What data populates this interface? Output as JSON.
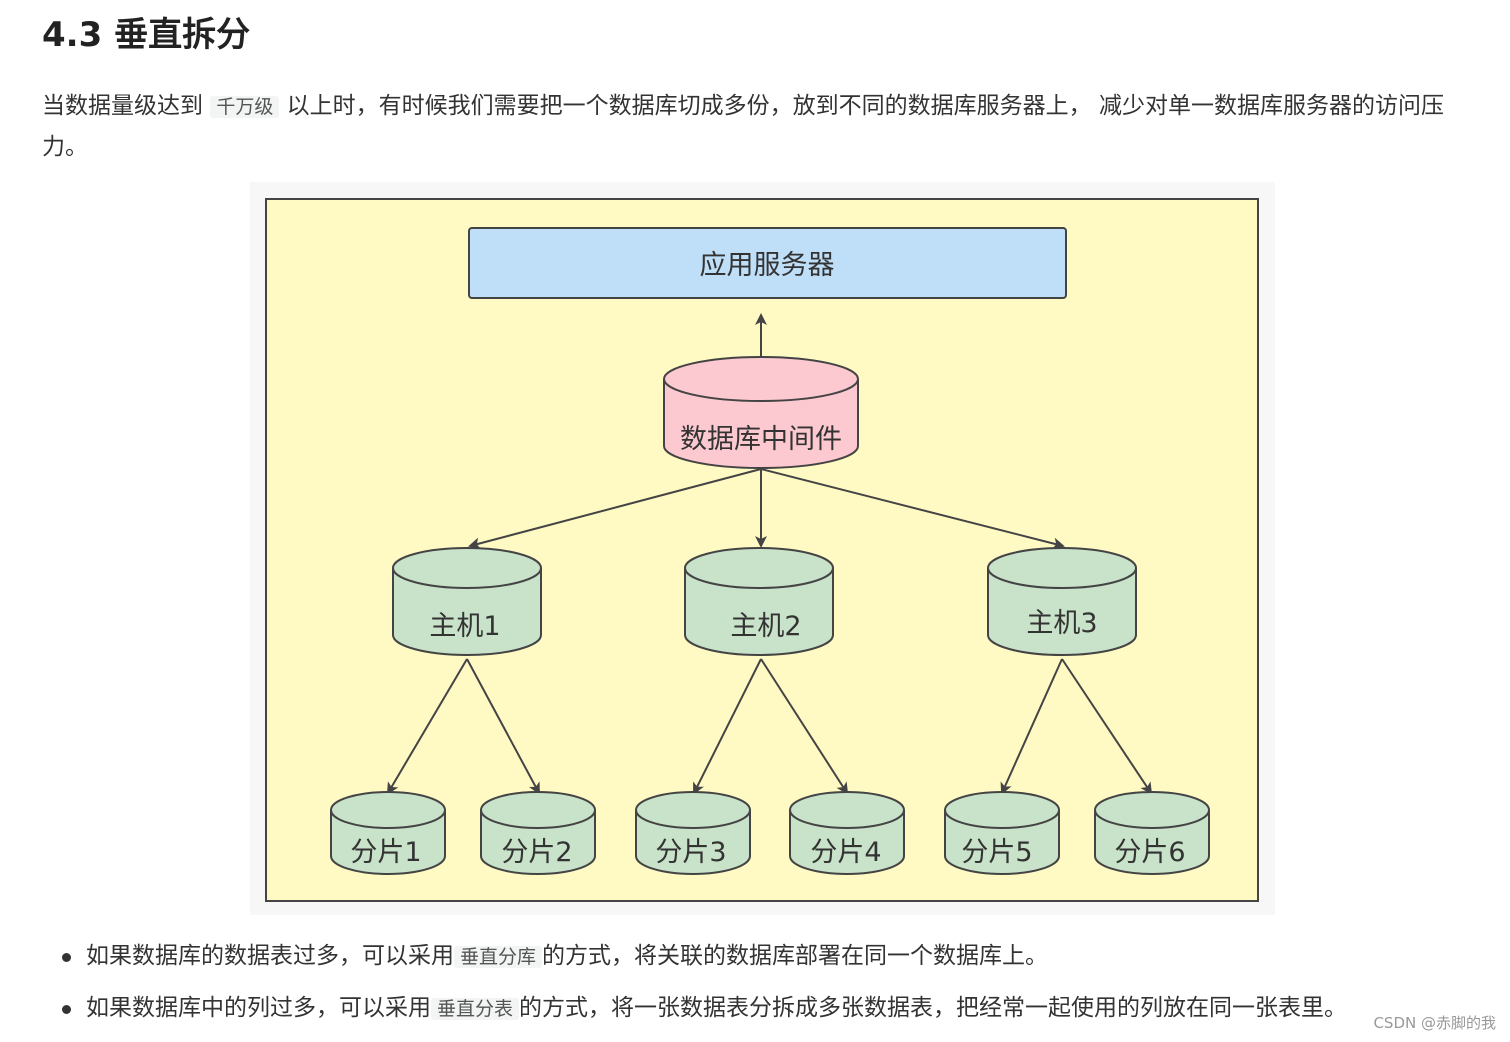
{
  "section": {
    "heading": "4.3 垂直拆分"
  },
  "intro": {
    "part1": "当数据量级达到",
    "code": "千万级",
    "part2": "以上时，有时候我们需要把一个数据库切成多份，放到不同的数据库服务器上， 减少对单一数据库服务器的访问压力。"
  },
  "diagram": {
    "app_server": "应用服务器",
    "middleware": "数据库中间件",
    "hosts": [
      "主机1",
      "主机2",
      "主机3"
    ],
    "shards": [
      "分片1",
      "分片2",
      "分片3",
      "分片4",
      "分片5",
      "分片6"
    ],
    "colors": {
      "frame_fill": "#fff9c4",
      "app_server_fill": "#bfdef7",
      "middleware_fill": "#fdc9d1",
      "node_fill": "#c8e3c9",
      "stroke": "#444444"
    }
  },
  "bullets": [
    {
      "part1": "如果数据库的数据表过多，可以采用",
      "code": "垂直分库",
      "part2": "的方式，将关联的数据库部署在同一个数据库上。"
    },
    {
      "part1": "如果数据库中的列过多，可以采用",
      "code": "垂直分表",
      "part2": "的方式，将一张数据表分拆成多张数据表，把经常一起使用的列放在同一张表里。"
    }
  ],
  "watermark": "CSDN @赤脚的我"
}
